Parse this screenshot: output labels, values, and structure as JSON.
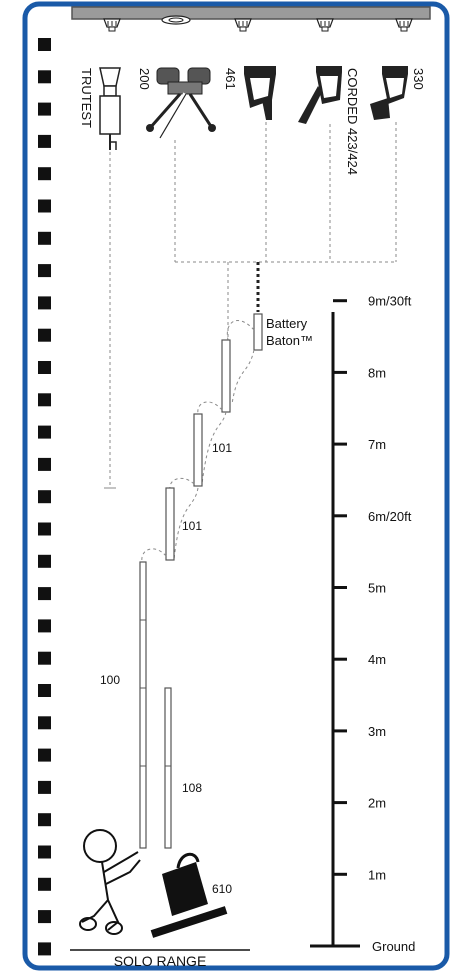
{
  "colors": {
    "frame_blue": "#1a5aa8",
    "ceiling_gray": "#9b9b9b",
    "ink": "#111111",
    "dashed_gray": "#8a8a8a",
    "pole_fill": "#ffffff",
    "pole_stroke": "#555555"
  },
  "tools": {
    "trutest": "TRUTEST",
    "t200": "200",
    "t461": "461",
    "corded": "CORDED 423/424",
    "t330": "330"
  },
  "poles": {
    "battery_baton": "Battery",
    "battery_baton_line2": "Baton™",
    "upper_101": "101",
    "lower_101": "101",
    "p100": "100",
    "p108": "108",
    "kit_610": "610"
  },
  "scale": {
    "ticks": [
      {
        "label": "9m/30ft",
        "meters": 9
      },
      {
        "label": "8m",
        "meters": 8
      },
      {
        "label": "7m",
        "meters": 7
      },
      {
        "label": "6m/20ft",
        "meters": 6
      },
      {
        "label": "5m",
        "meters": 5
      },
      {
        "label": "4m",
        "meters": 4
      },
      {
        "label": "3m",
        "meters": 3
      },
      {
        "label": "2m",
        "meters": 2
      },
      {
        "label": "1m",
        "meters": 1
      },
      {
        "label": "Ground",
        "meters": 0
      }
    ]
  },
  "footer": {
    "label": "SOLO RANGE"
  }
}
